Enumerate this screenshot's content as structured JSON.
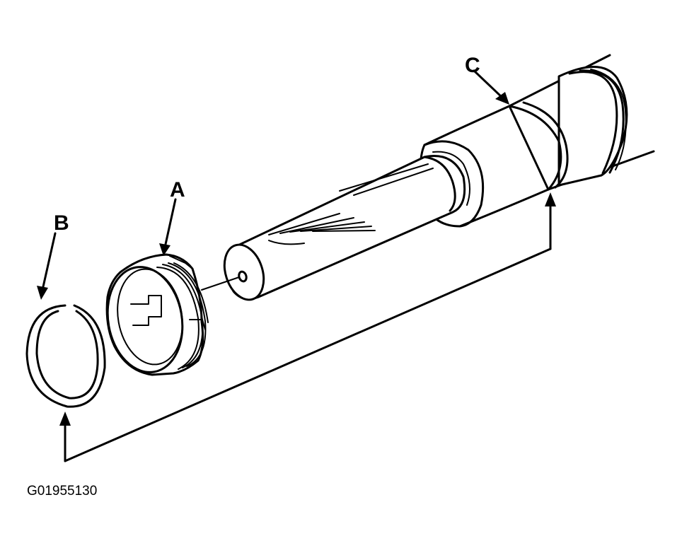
{
  "labels": {
    "a": "A",
    "b": "B",
    "c": "C"
  },
  "figure_code": "G01955130"
}
